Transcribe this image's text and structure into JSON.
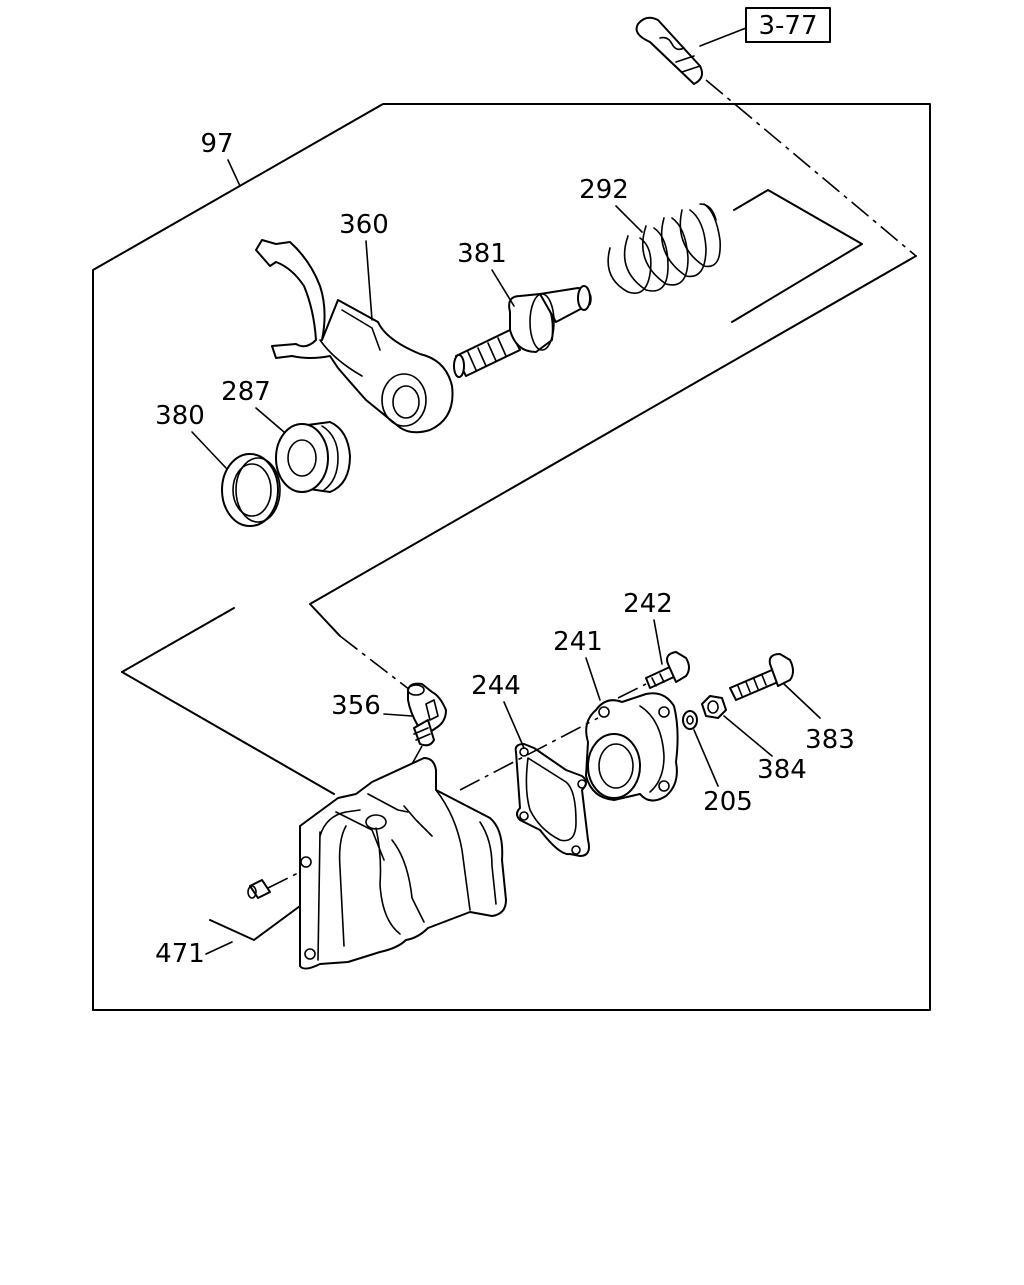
{
  "diagram": {
    "reference_box": "3-77",
    "callouts": {
      "assembly": "97",
      "spring": "292",
      "fork": "360",
      "shaft": "381",
      "bushing": "287",
      "seal_ring": "380",
      "bolt_242": "242",
      "cover": "241",
      "gasket": "244",
      "fitting": "356",
      "bolt_383": "383",
      "nut": "384",
      "washer": "205",
      "plug": "471"
    }
  }
}
